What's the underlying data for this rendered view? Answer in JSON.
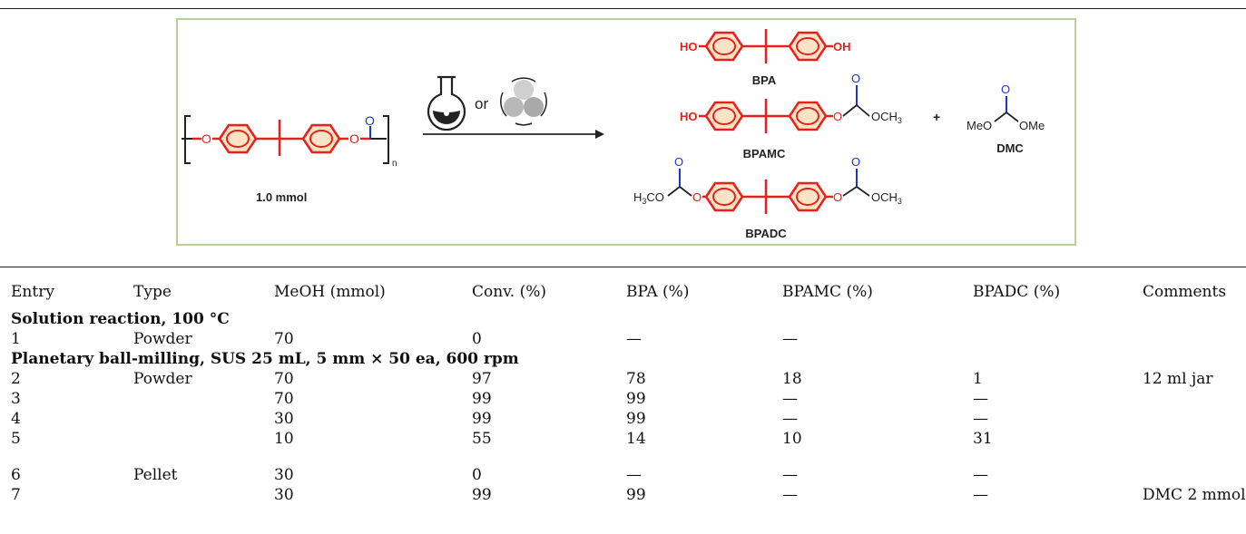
{
  "scheme": {
    "reactant_amount": "1.0 mmol",
    "subscript_n": "n",
    "or_label": "or",
    "products": {
      "bpa": "BPA",
      "bpamc": "BPAMC",
      "bpadc": "BPADC",
      "dmc": "DMC",
      "ho": "HO",
      "oh": "OH",
      "och3": "OCH",
      "h3co": "H",
      "meo": "MeO",
      "ome": "OMe",
      "plus": "+",
      "o": "O"
    },
    "colors": {
      "frame": "#b9cf9a",
      "bond_red": "#e8201c",
      "carbonyl_blue": "#1d35c9",
      "ring_fill": "#fbe3c6"
    }
  },
  "table": {
    "headers": [
      "Entry",
      "Type",
      "MeOH (mmol)",
      "Conv. (%)",
      "BPA (%)",
      "BPAMC (%)",
      "BPADC (%)",
      "Comments"
    ],
    "section1": "Solution reaction, 100 °C",
    "section2": "Planetary ball-milling, SUS 25 mL, 5 mm × 50 ea, 600 rpm",
    "rows": [
      [
        "1",
        "Powder",
        "70",
        "0",
        "—",
        "—",
        "",
        ""
      ],
      [
        "2",
        "Powder",
        "70",
        "97",
        "78",
        "18",
        "1",
        "12 ml jar"
      ],
      [
        "3",
        "",
        "70",
        "99",
        "99",
        "—",
        "—",
        ""
      ],
      [
        "4",
        "",
        "30",
        "99",
        "99",
        "—",
        "—",
        ""
      ],
      [
        "5",
        "",
        "10",
        "55",
        "14",
        "10",
        "31",
        ""
      ],
      [
        "6",
        "Pellet",
        "30",
        "0",
        "—",
        "—",
        "—",
        ""
      ],
      [
        "7",
        "",
        "30",
        "99",
        "99",
        "—",
        "—",
        "DMC 2 mmol"
      ]
    ]
  }
}
